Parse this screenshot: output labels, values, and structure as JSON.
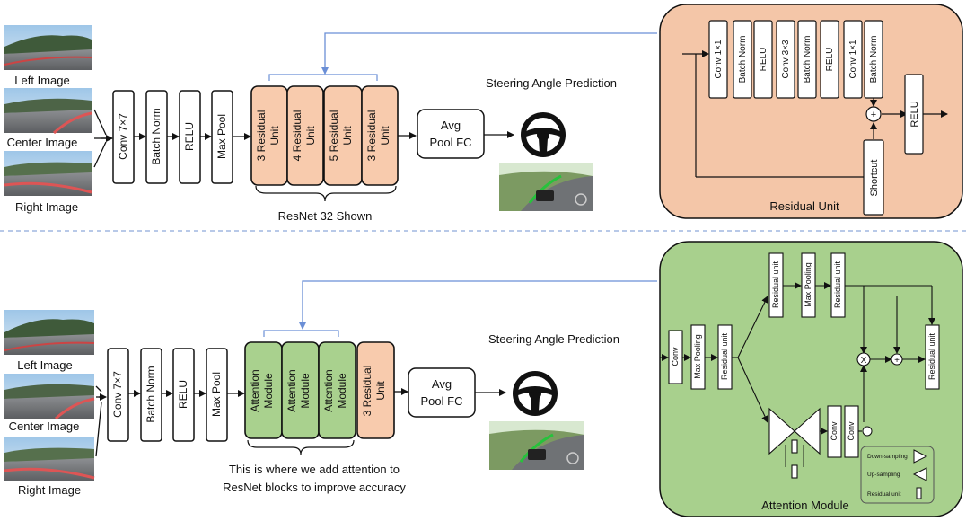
{
  "inputs": [
    "Left Image",
    "Center Image",
    "Right Image"
  ],
  "top_pipeline": {
    "layers": [
      "Conv 7×7",
      "Batch Norm",
      "RELU",
      "Max Pool"
    ],
    "residual_stages": [
      "3 Residual Unit",
      "4 Residual Unit",
      "5 Residual Unit",
      "3 Residual Unit"
    ],
    "brace_label": "ResNet 32 Shown",
    "pool": [
      "Avg",
      "Pool FC"
    ],
    "output_label": "Steering Angle Prediction"
  },
  "bottom_pipeline": {
    "layers": [
      "Conv 7×7",
      "Batch Norm",
      "RELU",
      "Max Pool"
    ],
    "attention_stages": [
      "Attention Module",
      "Attention Module",
      "Attention Module"
    ],
    "residual_stage": "3 Residual Unit",
    "brace_label_lines": [
      "This is where we add attention to",
      "ResNet blocks to improve accuracy"
    ],
    "pool": [
      "Avg",
      "Pool FC"
    ],
    "output_label": "Steering Angle Prediction"
  },
  "residual_unit_panel": {
    "title": "Residual Unit",
    "layers": [
      "Conv 1×1",
      "Batch Norm",
      "RELU",
      "Conv  3×3",
      "Batch Norm",
      "RELU",
      "Conv 1×1",
      "Batch Norm"
    ],
    "shortcut": "Shortcut",
    "relu": "RELU",
    "plus": "+"
  },
  "attention_module_panel": {
    "title": "Attention Module",
    "trunk_in": [
      "Conv",
      "Max Pooling",
      "Residual unit"
    ],
    "top_branch": [
      "Residual unit",
      "Max Pooling",
      "Residual unit"
    ],
    "mask_branch": [
      "Conv",
      "Conv"
    ],
    "multiply": "X",
    "plus": "+",
    "out": "Residual unit",
    "legend": [
      "Down-sampling",
      "Up-sampling",
      "Residual unit"
    ]
  },
  "colors": {
    "residual": "#f8cbad",
    "attention": "#a9d18e",
    "residual_panel": "#f4c6a8",
    "attention_panel": "#a8d08d",
    "connector": "#6b8fd6",
    "divider": "#8ea9db"
  }
}
